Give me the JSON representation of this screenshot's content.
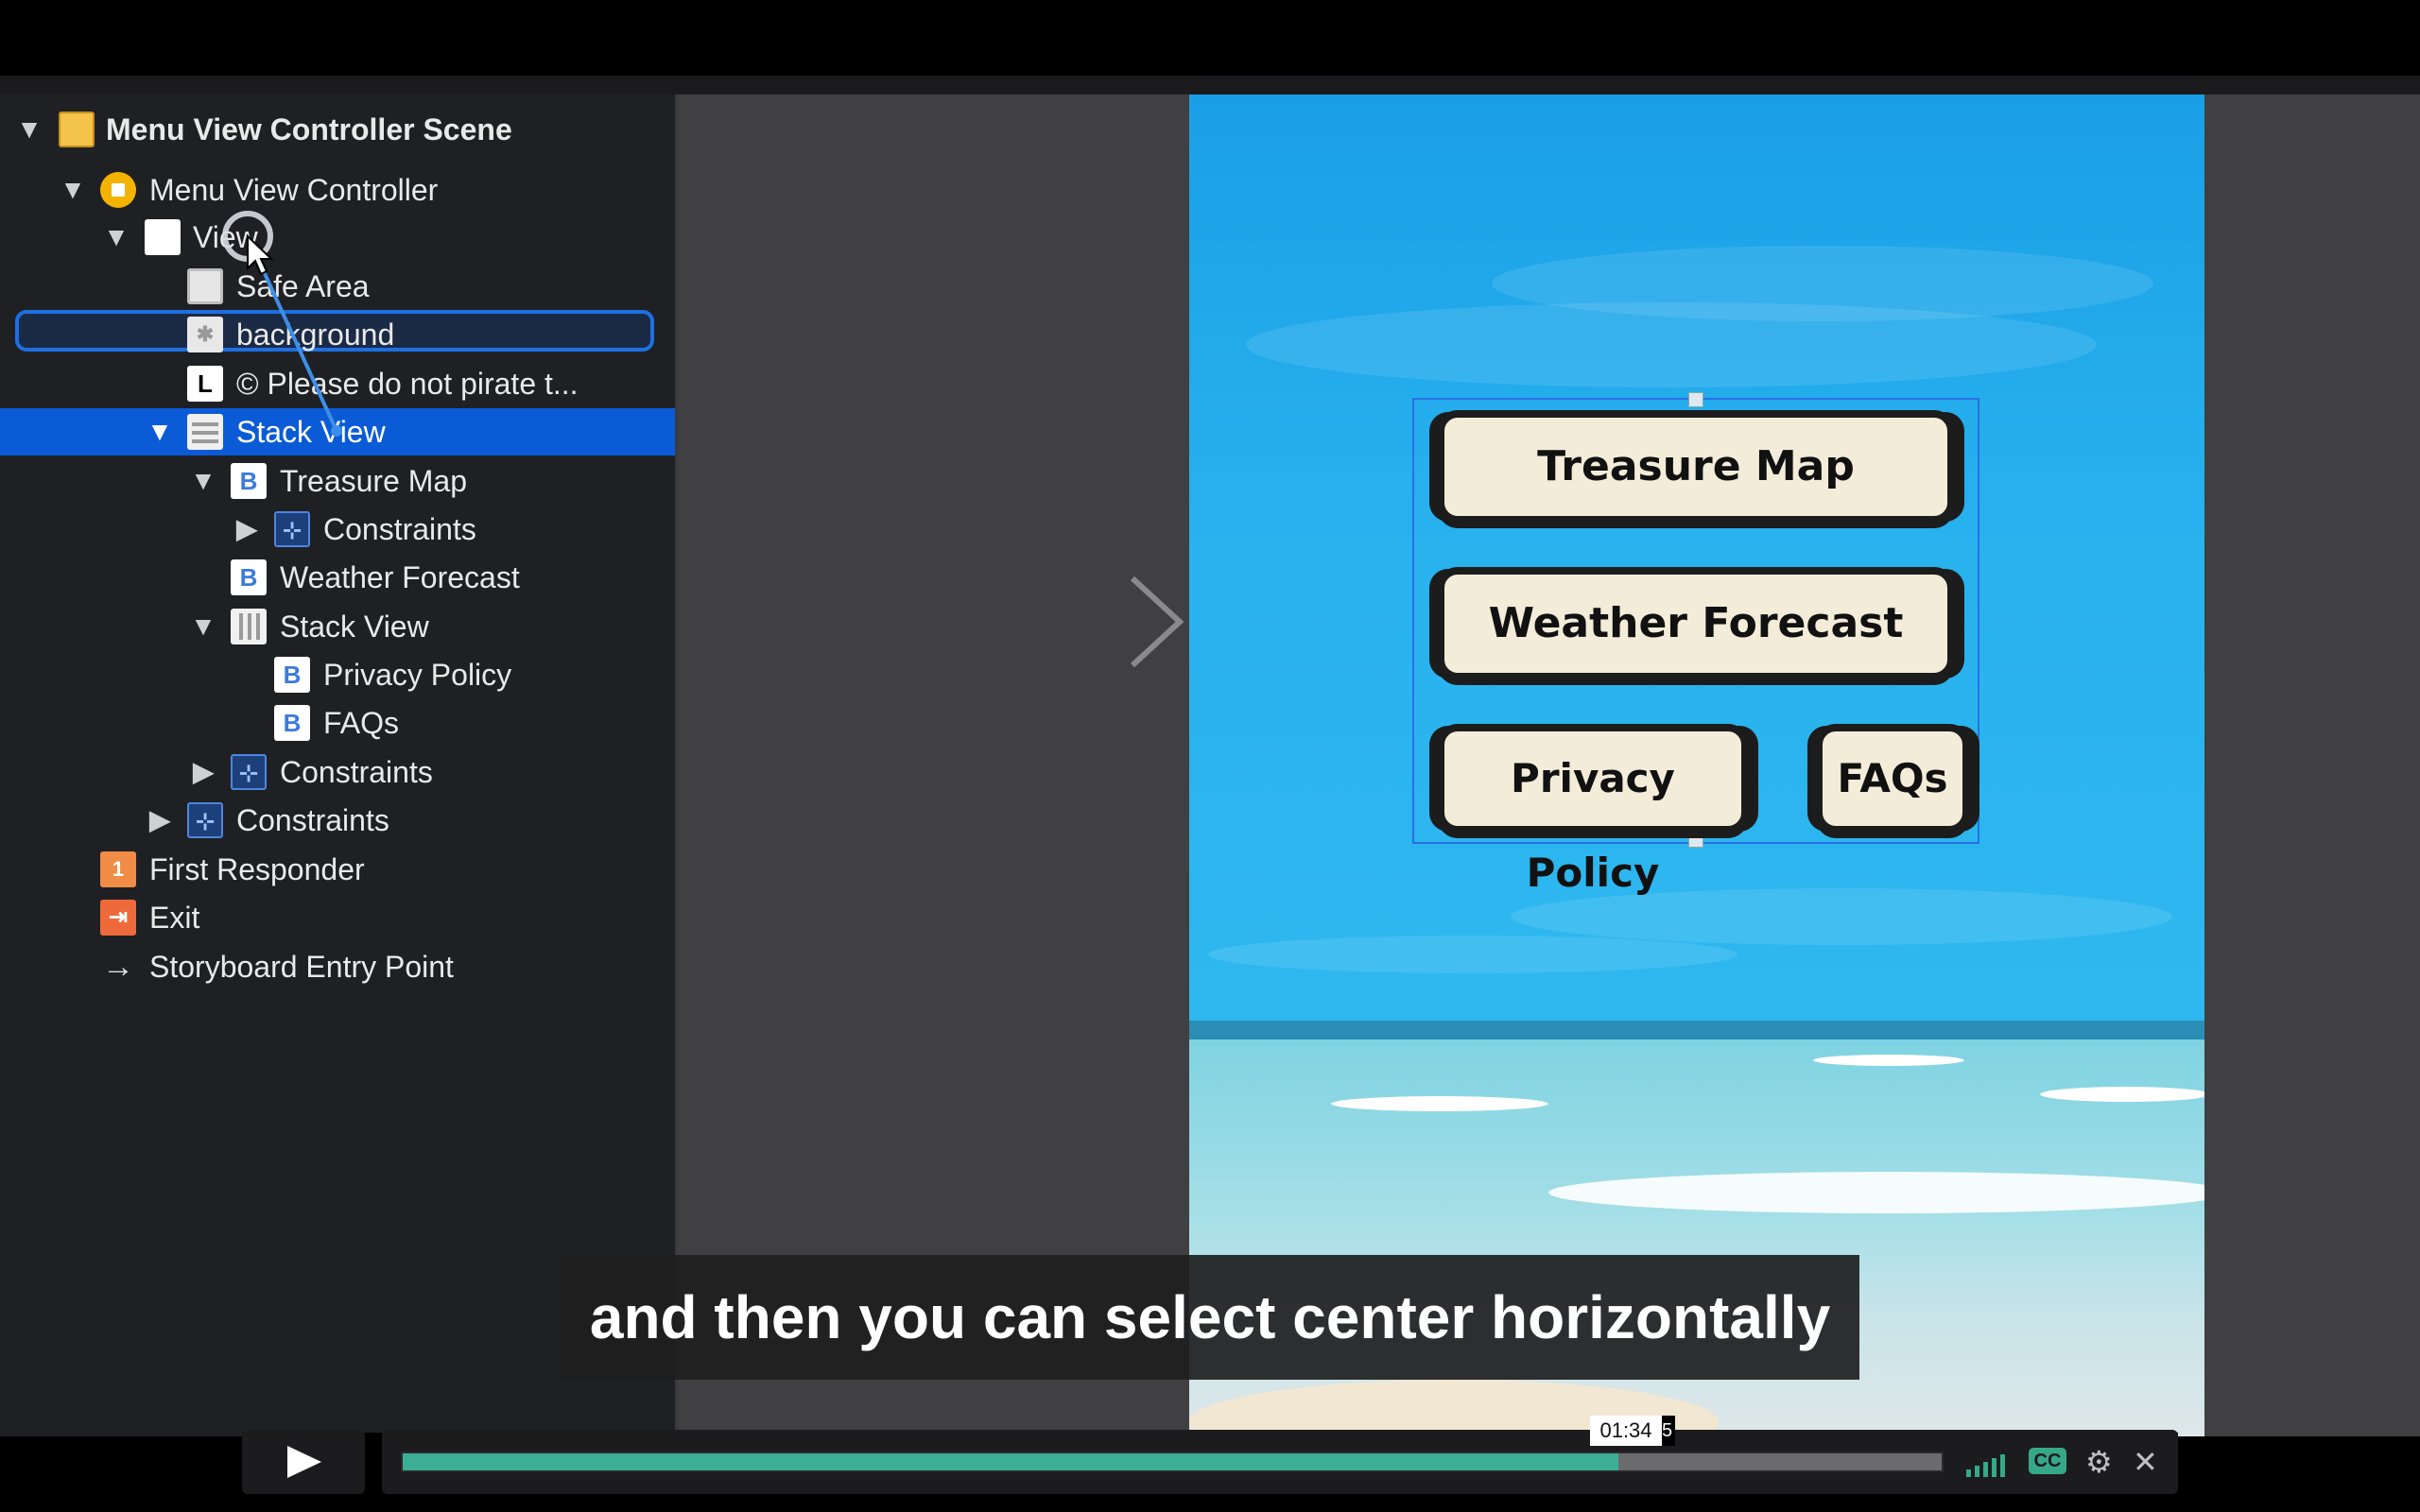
{
  "outline": {
    "items": [
      {
        "label": "Menu View Controller Scene",
        "icon": "scene-icon",
        "expanded": true
      },
      {
        "label": "Menu View Controller",
        "icon": "view-controller-icon",
        "expanded": true
      },
      {
        "label": "View",
        "icon": "view-icon",
        "expanded": true
      },
      {
        "label": "Safe Area",
        "icon": "safe-area-icon"
      },
      {
        "label": "background",
        "icon": "image-view-icon"
      },
      {
        "label": "© Please do not pirate t...",
        "icon": "label-icon",
        "glyph": "L"
      },
      {
        "label": "Stack View",
        "icon": "stack-view-icon",
        "expanded": true
      },
      {
        "label": "Treasure Map",
        "icon": "button-icon",
        "glyph": "B",
        "expanded": true
      },
      {
        "label": "Constraints",
        "icon": "constraints-icon",
        "collapsed": true
      },
      {
        "label": "Weather Forecast",
        "icon": "button-icon",
        "glyph": "B"
      },
      {
        "label": "Stack View",
        "icon": "stack-view-icon",
        "expanded": true
      },
      {
        "label": "Privacy Policy",
        "icon": "button-icon",
        "glyph": "B"
      },
      {
        "label": "FAQs",
        "icon": "button-icon",
        "glyph": "B"
      },
      {
        "label": "Constraints",
        "icon": "constraints-icon",
        "collapsed": true
      },
      {
        "label": "Constraints",
        "icon": "constraints-icon",
        "collapsed": true
      },
      {
        "label": "First Responder",
        "icon": "first-responder-icon"
      },
      {
        "label": "Exit",
        "icon": "exit-icon"
      },
      {
        "label": "Storyboard Entry Point",
        "icon": "arrow-right-icon"
      }
    ],
    "selected_label": "Stack View"
  },
  "canvas": {
    "buttons": {
      "treasure_map": "Treasure Map",
      "weather_forecast": "Weather Forecast",
      "privacy_policy": "Privacy Policy",
      "faqs": "FAQs"
    }
  },
  "subtitle": "and then you can select center horizontally",
  "player": {
    "time": "01:34",
    "time_tail": "5",
    "progress": 0.79,
    "cc_label": "CC",
    "accent": "#3dae95"
  }
}
